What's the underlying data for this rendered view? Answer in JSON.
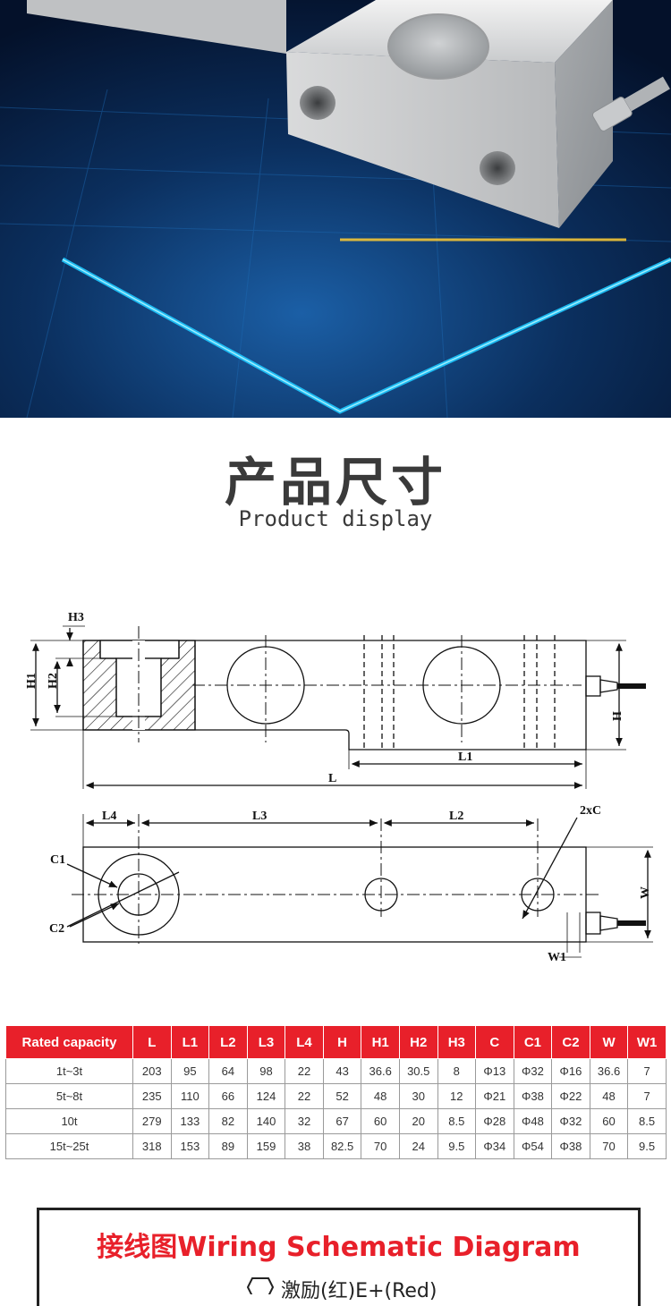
{
  "heading": {
    "title_cn": "产品尺寸",
    "title_en": "Product display"
  },
  "drawing": {
    "labels": [
      "H3",
      "H1",
      "H2",
      "H",
      "L1",
      "L",
      "L4",
      "L3",
      "L2",
      "2xC",
      "C1",
      "C2",
      "W",
      "W1"
    ]
  },
  "spec_table": {
    "headers": [
      "Rated capacity",
      "L",
      "L1",
      "L2",
      "L3",
      "L4",
      "H",
      "H1",
      "H2",
      "H3",
      "C",
      "C1",
      "C2",
      "W",
      "W1"
    ],
    "rows": [
      [
        "1t~3t",
        "203",
        "95",
        "64",
        "98",
        "22",
        "43",
        "36.6",
        "30.5",
        "8",
        "Φ13",
        "Φ32",
        "Φ16",
        "36.6",
        "7"
      ],
      [
        "5t~8t",
        "235",
        "110",
        "66",
        "124",
        "22",
        "52",
        "48",
        "30",
        "12",
        "Φ21",
        "Φ38",
        "Φ22",
        "48",
        "7"
      ],
      [
        "10t",
        "279",
        "133",
        "82",
        "140",
        "32",
        "67",
        "60",
        "20",
        "8.5",
        "Φ28",
        "Φ48",
        "Φ32",
        "60",
        "8.5"
      ],
      [
        "15t~25t",
        "318",
        "153",
        "89",
        "159",
        "38",
        "82.5",
        "70",
        "24",
        "9.5",
        "Φ34",
        "Φ54",
        "Φ38",
        "70",
        "9.5"
      ]
    ]
  },
  "wiring": {
    "title": "接线图Wiring Schematic Diagram",
    "partial_line": "激励(红)E+(Red)"
  },
  "colors": {
    "accent": "#e8202a",
    "text": "#3a3a3a",
    "hero_bg": "#071a33",
    "hero_glow": "#1ec8ff"
  }
}
